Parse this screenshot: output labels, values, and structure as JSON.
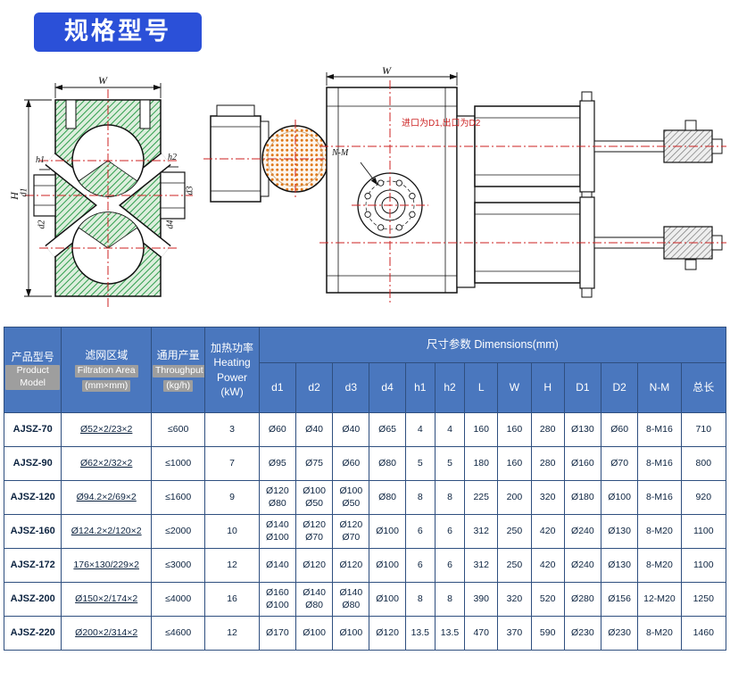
{
  "colors": {
    "badge_blue": "#2b50d8",
    "header_blue": "#4a77be",
    "table_border": "#2f4f7f",
    "centerline_red": "#cc2222",
    "hatch_green": "#2f9e4d",
    "screen_orange": "#e07818",
    "note_red": "#cc2222"
  },
  "badge": {
    "title": "规格型号"
  },
  "drawing": {
    "left": {
      "w": "W",
      "h": "H",
      "h1": "h1",
      "h2": "h2",
      "d1": "d1",
      "d2": "d2",
      "d3": "d3",
      "d4": "d4"
    },
    "right": {
      "w": "W",
      "nm": "N-M",
      "note": "进口为D1,出口为D2"
    }
  },
  "table": {
    "header": {
      "product_model_cn": "产品型号",
      "product_model_en": "Product Model",
      "filtration_cn": "滤网区域",
      "filtration_en": "Filtration Area",
      "filtration_unit": "(mm×mm)",
      "throughput_cn": "通用产量",
      "throughput_en": "Throughput",
      "throughput_unit": "(kg/h)",
      "heating_cn": "加热功率",
      "heating_en1": "Heating",
      "heating_en2": "Power",
      "heating_unit": "(kW)",
      "dimensions": "尺寸参数 Dimensions(mm)",
      "dim_cols": [
        "d1",
        "d2",
        "d3",
        "d4",
        "h1",
        "h2",
        "L",
        "W",
        "H",
        "D1",
        "D2",
        "N-M",
        "总长"
      ]
    },
    "rows": [
      {
        "model": "AJSZ-70",
        "filtration": "Ø52×2/23×2",
        "throughput": "≤600",
        "power": "3",
        "dims": [
          "Ø60",
          "Ø40",
          "Ø40",
          "Ø65",
          "4",
          "4",
          "160",
          "160",
          "280",
          "Ø130",
          "Ø60",
          "8-M16",
          "710"
        ]
      },
      {
        "model": "AJSZ-90",
        "filtration": "Ø62×2/32×2",
        "throughput": "≤1000",
        "power": "7",
        "dims": [
          "Ø95",
          "Ø75",
          "Ø60",
          "Ø80",
          "5",
          "5",
          "180",
          "160",
          "280",
          "Ø160",
          "Ø70",
          "8-M16",
          "800"
        ]
      },
      {
        "model": "AJSZ-120",
        "filtration": "Ø94.2×2/69×2",
        "throughput": "≤1600",
        "power": "9",
        "dims": [
          "Ø120\nØ80",
          "Ø100\nØ50",
          "Ø100\nØ50",
          "Ø80",
          "8",
          "8",
          "225",
          "200",
          "320",
          "Ø180",
          "Ø100",
          "8-M16",
          "920"
        ]
      },
      {
        "model": "AJSZ-160",
        "filtration": "Ø124.2×2/120×2",
        "throughput": "≤2000",
        "power": "10",
        "dims": [
          "Ø140\nØ100",
          "Ø120\nØ70",
          "Ø120\nØ70",
          "Ø100",
          "6",
          "6",
          "312",
          "250",
          "420",
          "Ø240",
          "Ø130",
          "8-M20",
          "1100"
        ]
      },
      {
        "model": "AJSZ-172",
        "filtration": "176×130/229×2",
        "throughput": "≤3000",
        "power": "12",
        "dims": [
          "Ø140",
          "Ø120",
          "Ø120",
          "Ø100",
          "6",
          "6",
          "312",
          "250",
          "420",
          "Ø240",
          "Ø130",
          "8-M20",
          "1100"
        ]
      },
      {
        "model": "AJSZ-200",
        "filtration": "Ø150×2/174×2",
        "throughput": "≤4000",
        "power": "16",
        "dims": [
          "Ø160\nØ100",
          "Ø140\nØ80",
          "Ø140\nØ80",
          "Ø100",
          "8",
          "8",
          "390",
          "320",
          "520",
          "Ø280",
          "Ø156",
          "12-M20",
          "1250"
        ]
      },
      {
        "model": "AJSZ-220",
        "filtration": "Ø200×2/314×2",
        "throughput": "≤4600",
        "power": "12",
        "dims": [
          "Ø170",
          "Ø100",
          "Ø100",
          "Ø120",
          "13.5",
          "13.5",
          "470",
          "370",
          "590",
          "Ø230",
          "Ø230",
          "8-M20",
          "1460"
        ]
      }
    ]
  }
}
